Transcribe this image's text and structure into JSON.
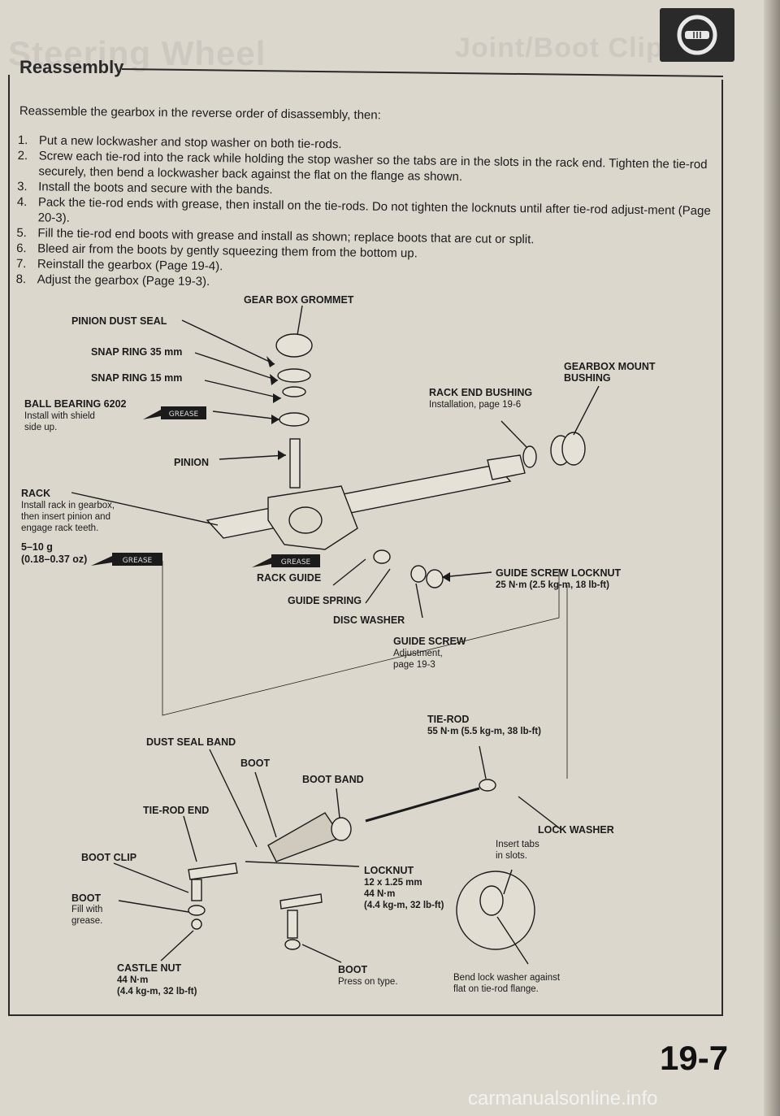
{
  "header": {
    "section_title": "Reassembly",
    "ghost_left": "Steering Wheel",
    "ghost_right": "Joint/Boot Clip"
  },
  "intro": "Reassemble the gearbox in the reverse order of disassembly, then:",
  "steps": [
    {
      "num": "1.",
      "text": "Put a new lockwasher and stop washer on both tie-rods."
    },
    {
      "num": "2.",
      "text": "Screw each tie-rod into the rack while holding the stop washer so the tabs are in the slots in the rack end. Tighten the tie-rod securely, then bend a lockwasher back against the flat on the flange as shown."
    },
    {
      "num": "3.",
      "text": "Install the boots and secure with the bands."
    },
    {
      "num": "4.",
      "text": "Pack the tie-rod ends with grease, then install on the tie-rods. Do not tighten the locknuts until after tie-rod adjust-ment (Page 20-3)."
    },
    {
      "num": "5.",
      "text": "Fill the tie-rod end boots with grease and install as shown; replace boots that are cut or split."
    },
    {
      "num": "6.",
      "text": "Bleed air from the boots by gently squeezing them from the bottom up."
    },
    {
      "num": "7.",
      "text": "Reinstall the gearbox (Page 19-4)."
    },
    {
      "num": "8.",
      "text": "Adjust the gearbox (Page 19-3)."
    }
  ],
  "labels": {
    "gear_box_grommet": "GEAR BOX GROMMET",
    "pinion_dust_seal": "PINION DUST SEAL",
    "snap_ring_35": "SNAP RING 35 mm",
    "snap_ring_15": "SNAP RING 15 mm",
    "gearbox_mount_bushing_1": "GEARBOX MOUNT",
    "gearbox_mount_bushing_2": "BUSHING",
    "rack_end_bushing": "RACK END BUSHING",
    "rack_end_bushing_note": "Installation, page 19-6",
    "ball_bearing": "BALL BEARING 6202",
    "ball_bearing_note_1": "Install with shield",
    "ball_bearing_note_2": "side up.",
    "pinion": "PINION",
    "rack": "RACK",
    "rack_note_1": "Install rack in gearbox,",
    "rack_note_2": "then insert pinion and",
    "rack_note_3": "engage rack teeth.",
    "grease_qty_1": "5–10 g",
    "grease_qty_2": "(0.18–0.37 oz)",
    "grease_tag": "GREASE",
    "rack_guide": "RACK GUIDE",
    "guide_spring": "GUIDE SPRING",
    "disc_washer": "DISC WASHER",
    "guide_screw_locknut": "GUIDE SCREW LOCKNUT",
    "guide_screw_locknut_torque": "25 N·m (2.5 kg-m, 18 lb-ft)",
    "guide_screw": "GUIDE SCREW",
    "guide_screw_note_1": "Adjustment,",
    "guide_screw_note_2": "page 19-3",
    "tie_rod": "TIE-ROD",
    "tie_rod_torque": "55 N·m (5.5 kg-m, 38 lb-ft)",
    "dust_seal_band": "DUST SEAL BAND",
    "boot": "BOOT",
    "boot_band": "BOOT BAND",
    "tie_rod_end": "TIE-ROD END",
    "lock_washer": "LOCK WASHER",
    "lock_washer_note_1": "Insert tabs",
    "lock_washer_note_2": "in slots.",
    "boot_clip": "BOOT CLIP",
    "locknut": "LOCKNUT",
    "locknut_size": "12 x 1.25 mm",
    "locknut_torque_1": "44 N·m",
    "locknut_torque_2": "(4.4 kg-m, 32 lb-ft)",
    "boot_fill": "BOOT",
    "boot_fill_note_1": "Fill with",
    "boot_fill_note_2": "grease.",
    "castle_nut": "CASTLE NUT",
    "castle_nut_torque_1": "44 N·m",
    "castle_nut_torque_2": "(4.4 kg-m, 32 lb-ft)",
    "boot_press": "BOOT",
    "boot_press_note": "Press on type.",
    "bend_note_1": "Bend lock washer against",
    "bend_note_2": "flat on tie-rod flange."
  },
  "footer": {
    "page_number": "19-7",
    "watermark": "carmanualsonline.info"
  },
  "icons": [
    "steering-wheel-icon",
    "grease-tube-icon"
  ],
  "colors": {
    "paper": "#dcd7cd",
    "ink": "#1b1b1b",
    "corner_tab": "#2a2a2a"
  }
}
